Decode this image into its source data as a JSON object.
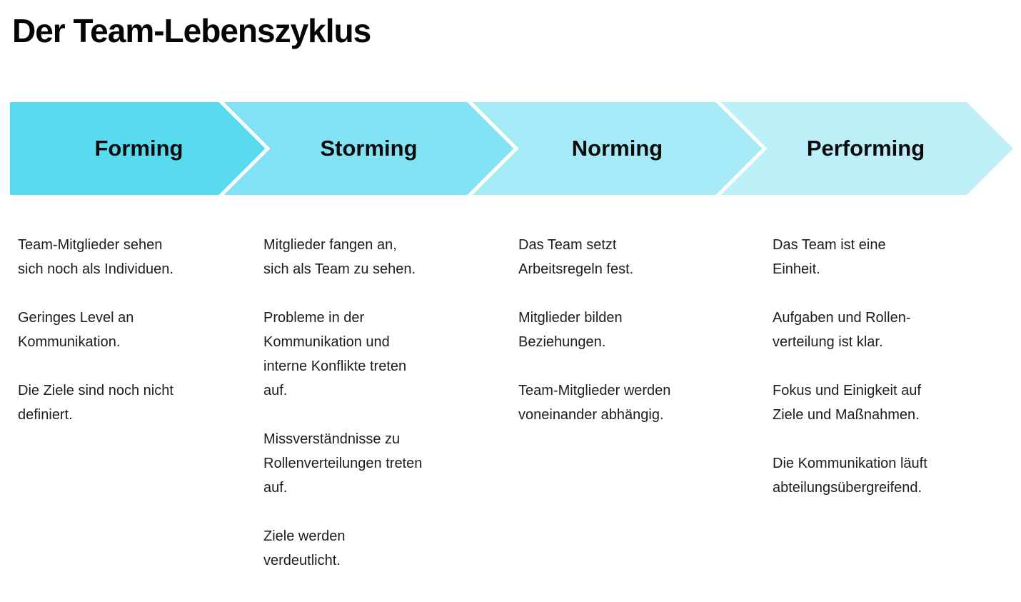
{
  "title": "Der Team-Lebenszyklus",
  "colors": {
    "background": "#ffffff",
    "arrow_outline": "#ffffff",
    "title_text": "#050505",
    "body_text": "#1d1d1d"
  },
  "phases": [
    {
      "label": "Forming",
      "color": "#58DAEF",
      "paragraphs": [
        "Team-Mitglieder sehen\nsich noch als Individuen.",
        "Geringes Level an\nKommunikation.",
        "Die Ziele sind noch nicht\ndefiniert."
      ]
    },
    {
      "label": "Storming",
      "color": "#83E3F4",
      "paragraphs": [
        "Mitglieder fangen an,\nsich als Team zu sehen.",
        "Probleme in der\nKommunikation und\ninterne Konflikte treten\nauf.",
        "Missverständnisse zu\nRollenverteilungen treten\nauf.",
        "Ziele werden\nverdeutlicht."
      ]
    },
    {
      "label": "Norming",
      "color": "#A6EAF7",
      "paragraphs": [
        "Das Team setzt\nArbeitsregeln fest.",
        "Mitglieder bilden\nBeziehungen.",
        "Team-Mitglieder werden\nvoneinander abhängig."
      ]
    },
    {
      "label": "Performing",
      "color": "#BDEFF9",
      "paragraphs": [
        "Das Team ist eine\nEinheit.",
        "Aufgaben und Rollen-\nverteilung ist klar.",
        "Fokus und Einigkeit auf\nZiele und Maßnahmen.",
        "Die Kommunikation läuft\nabteilungsübergreifend."
      ]
    }
  ]
}
